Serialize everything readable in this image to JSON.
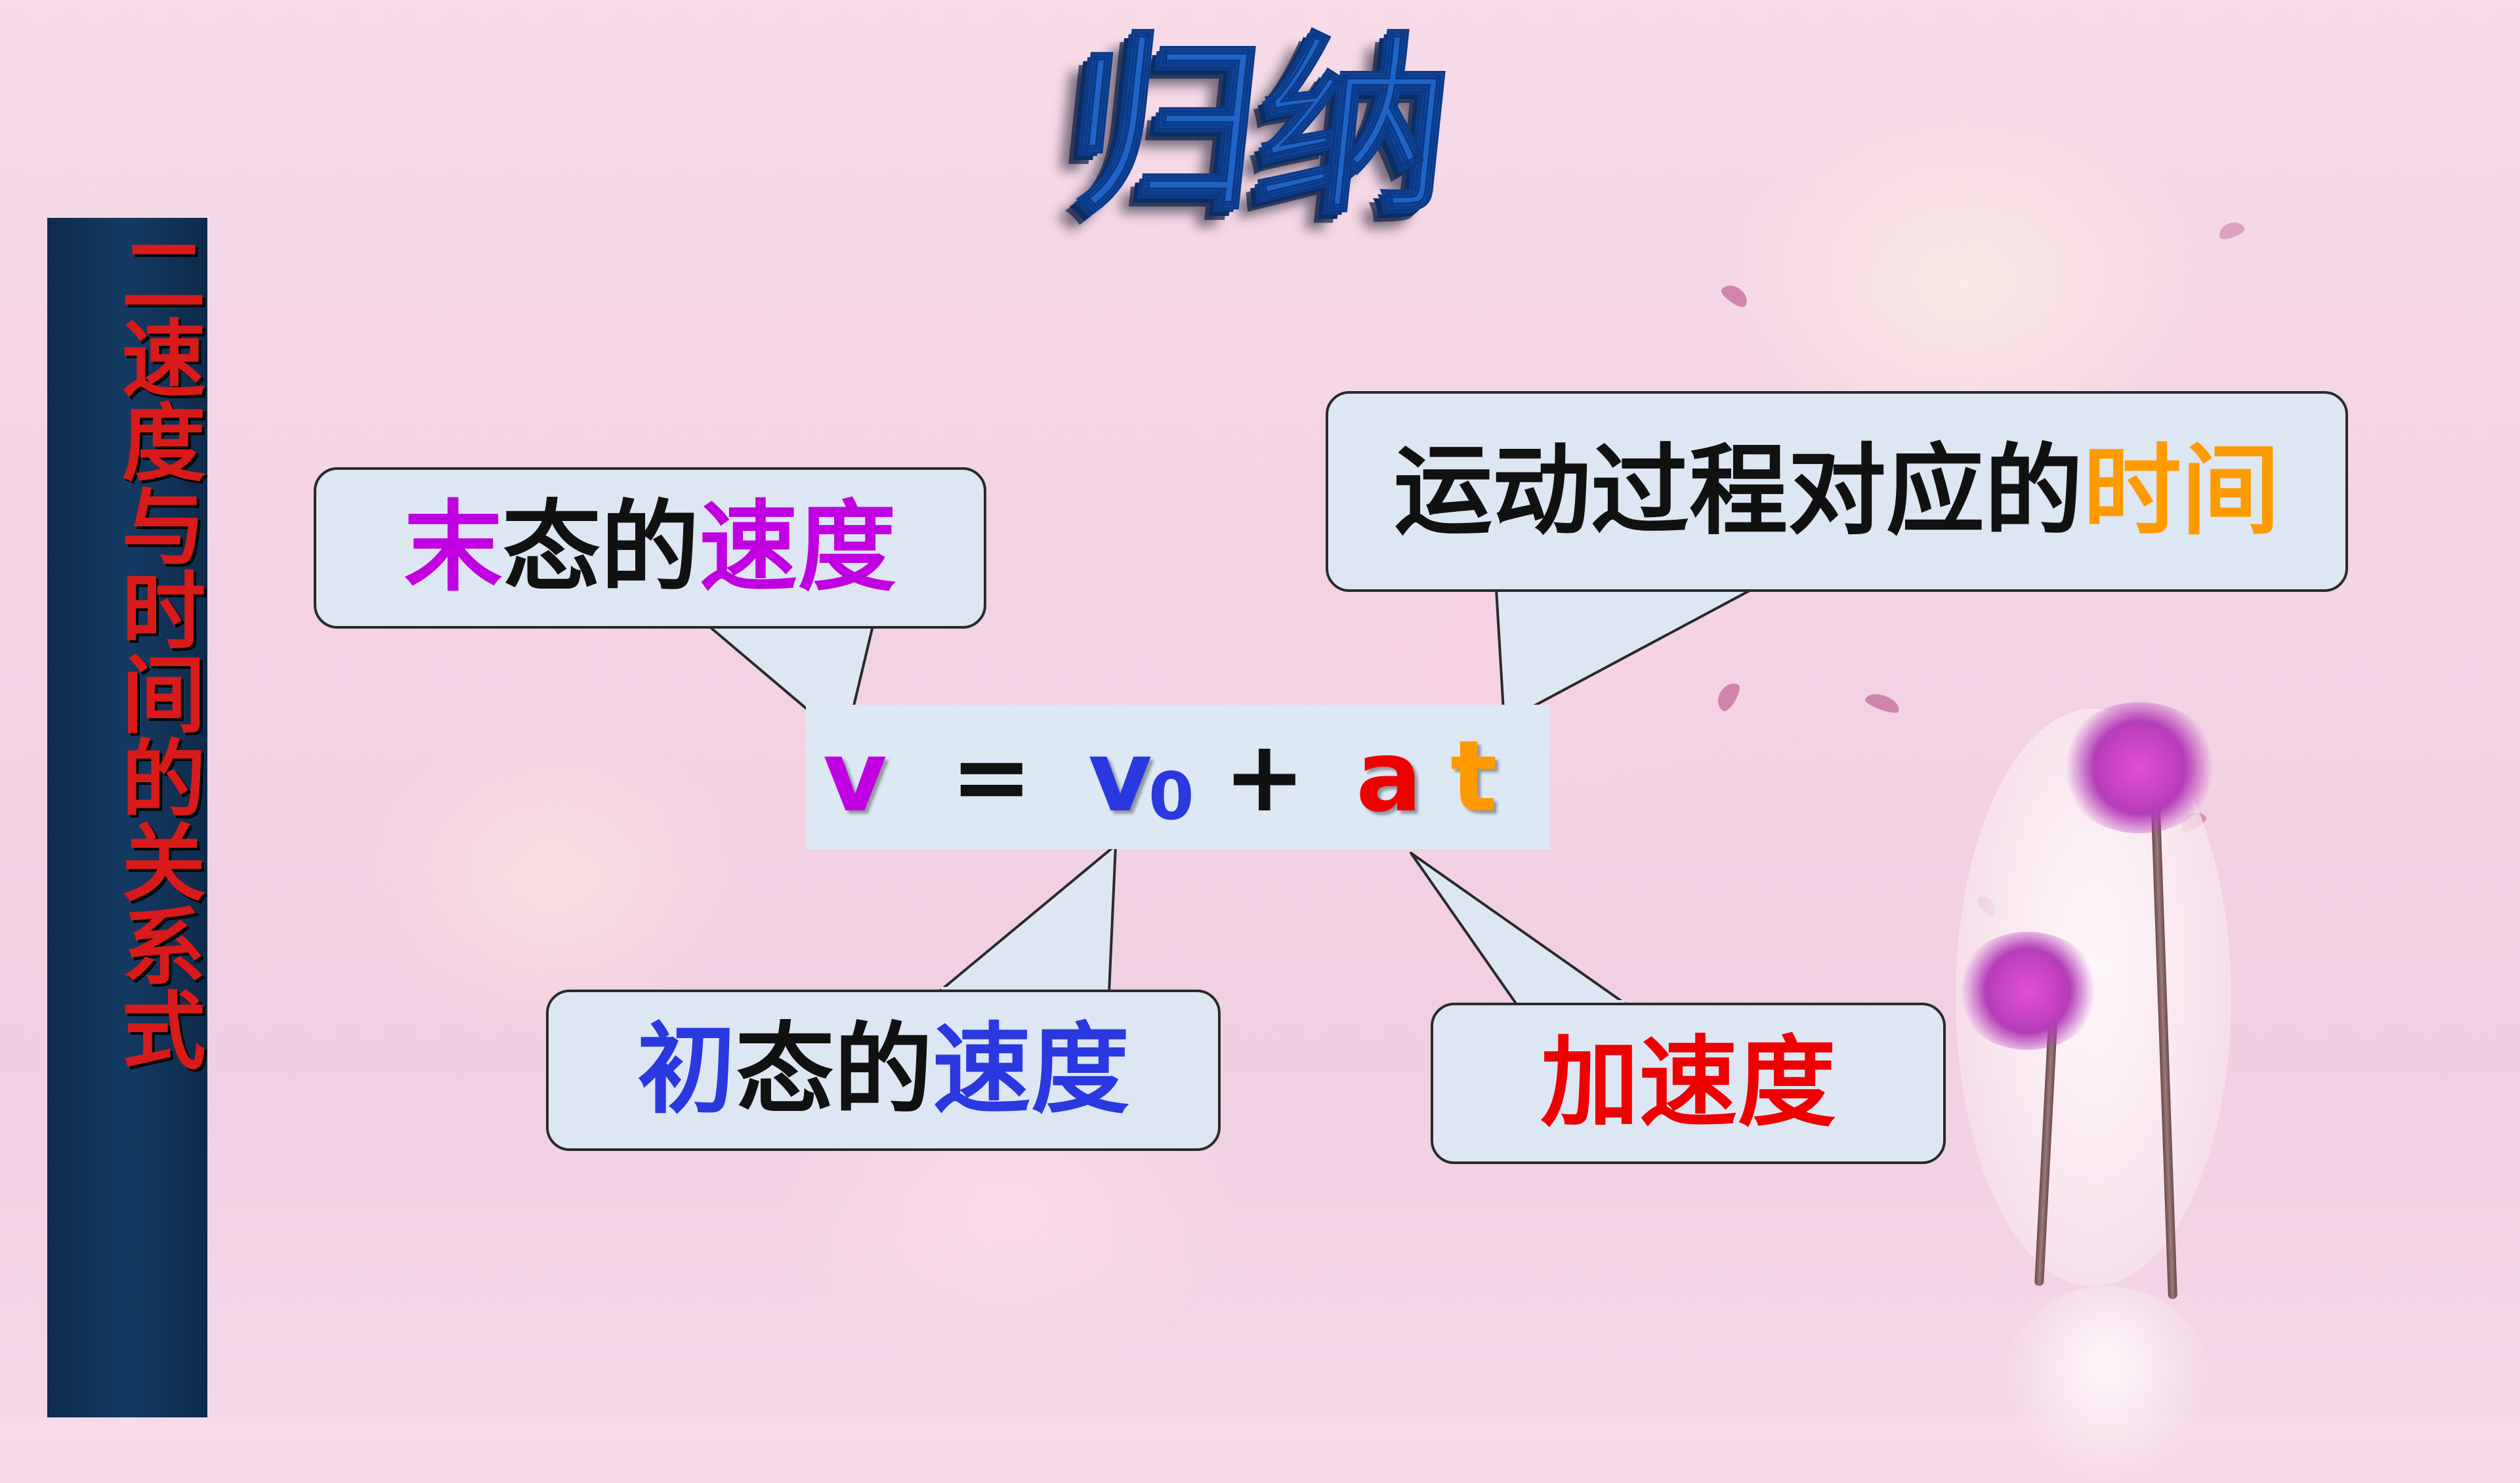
{
  "title": "归纳",
  "side_label": "二速度与时间的关系式",
  "formula": {
    "v": "v",
    "equals": "=",
    "v0": "v",
    "v0_subscript": "0",
    "plus": "+",
    "a": "a",
    "t": "t"
  },
  "callouts": {
    "final_velocity": {
      "part1": "末",
      "part2": "态的",
      "part3": "速度"
    },
    "time": {
      "part1": "运动过程对应的",
      "part2": "时间"
    },
    "initial_velocity": {
      "part1": "初",
      "part2": "态的",
      "part3": "速度"
    },
    "acceleration": {
      "text": "加速度"
    }
  },
  "colors": {
    "purple": "#c000e0",
    "blue": "#2a38e0",
    "red": "#ee0000",
    "orange": "#ff9a00",
    "title_blue": "#1e64c8",
    "side_bar": "#143a63",
    "callout_fill": "#dde7f3"
  }
}
